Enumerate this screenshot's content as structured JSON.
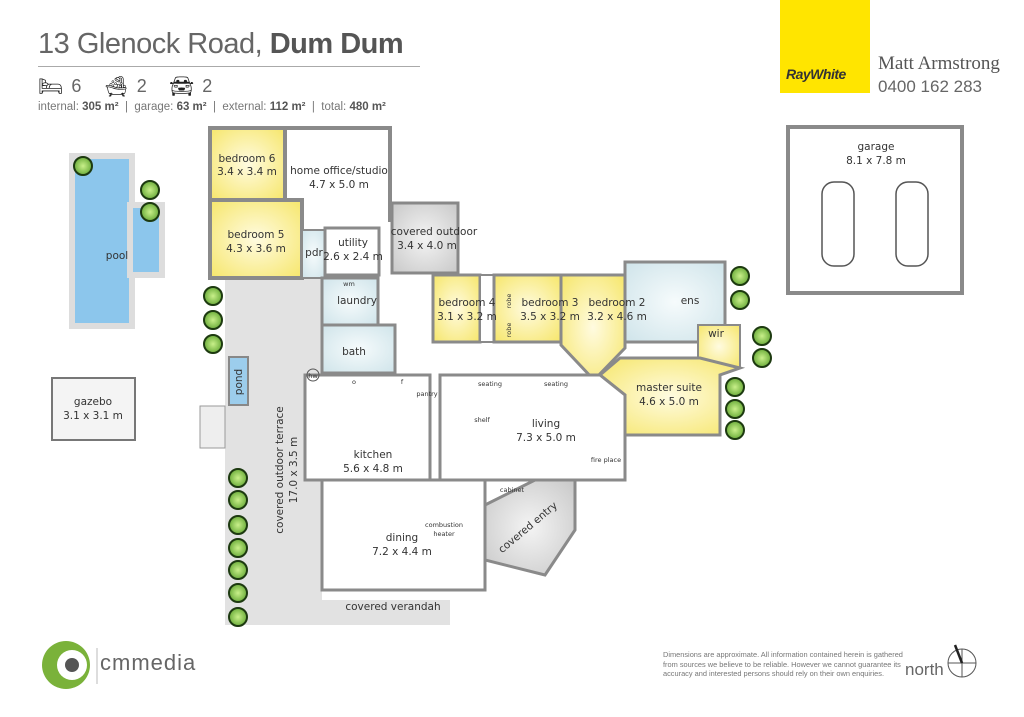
{
  "header": {
    "address_street": "13 Glenock Road,",
    "address_suburb": "Dum Dum",
    "bedrooms": "6",
    "bathrooms": "2",
    "car_spaces": "2",
    "areas": {
      "internal_label": "internal:",
      "internal_value": "305 m²",
      "garage_label": "garage:",
      "garage_value": "63 m²",
      "external_label": "external:",
      "external_value": "112 m²",
      "total_label": "total:",
      "total_value": "480 m²"
    }
  },
  "agency": {
    "brand": "RayWhite",
    "agent_name": "Matt Armstrong",
    "phone": "0400 162 283",
    "brand_color": "#ffe500"
  },
  "rooms": {
    "bedroom6": {
      "name": "bedroom 6",
      "dims": "3.4 x 3.4 m"
    },
    "office": {
      "name": "home office/studio",
      "dims": "4.7 x 5.0 m"
    },
    "bedroom5": {
      "name": "bedroom 5",
      "dims": "4.3 x 3.6 m"
    },
    "pdr": {
      "name": "pdr"
    },
    "utility": {
      "name": "utility",
      "dims": "2.6 x 2.4 m"
    },
    "covered_outdoor": {
      "name": "covered outdoor",
      "dims": "3.4 x 4.0 m"
    },
    "laundry": {
      "name": "laundry",
      "wm": "wm"
    },
    "bath": {
      "name": "bath"
    },
    "hw": "hw",
    "bedroom4": {
      "name": "bedroom 4",
      "dims": "3.1 x 3.2 m"
    },
    "bedroom3": {
      "name": "bedroom 3",
      "dims": "3.5 x 3.2 m"
    },
    "bedroom2": {
      "name": "bedroom 2",
      "dims": "3.2 x 4.6 m"
    },
    "robe": "robe",
    "ens": {
      "name": "ens"
    },
    "wir": {
      "name": "wir"
    },
    "master": {
      "name": "master suite",
      "dims": "4.6 x 5.0 m"
    },
    "pantry": "pantry",
    "oven": "o",
    "fridge": "f",
    "seating": "seating",
    "shelf": "shelf",
    "living": {
      "name": "living",
      "dims": "7.3 x 5.0 m"
    },
    "fireplace": "fire place",
    "kitchen": {
      "name": "kitchen",
      "dims": "5.6 x 4.8 m"
    },
    "cabinet": "cabinet",
    "heater": [
      "combustion",
      "heater"
    ],
    "dining": {
      "name": "dining",
      "dims": "7.2 x 4.4 m"
    },
    "covered_entry": {
      "name": "covered entry"
    },
    "terrace": {
      "name": "covered outdoor terrace",
      "dims": "17.0 x 3.5 m"
    },
    "verandah": {
      "name": "covered verandah"
    },
    "pond": {
      "name": "pond"
    },
    "pool": {
      "name": "pool"
    },
    "gazebo": {
      "name": "gazebo",
      "dims": "3.1 x 3.1 m"
    },
    "garage": {
      "name": "garage",
      "dims": "8.1 x 7.8 m"
    }
  },
  "footer": {
    "logo_text": "cmmedia",
    "disclaimer": [
      "Dimensions are approximate.  All information contained herein is gathered",
      "from sources we believe to be reliable.  However we cannot guarantee its",
      "accuracy and interested persons should rely on their own enquiries."
    ],
    "north_label": "north"
  },
  "colors": {
    "bedroom": "#fbf08a",
    "wet": "#dcecf0",
    "outdoor": "#d8d8d8",
    "wall": "#8a8a8a",
    "water": "#8cc6ec"
  }
}
